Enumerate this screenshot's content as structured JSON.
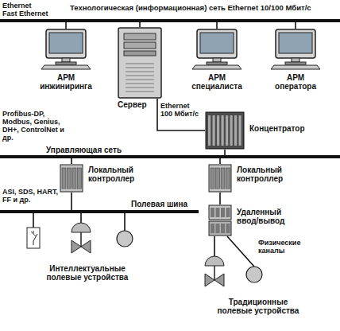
{
  "diagram": {
    "nodes": [
      {
        "text": [
          "Технологическая (информационная) сеть Ethernet 10/100 Мбит/с"
        ]
      },
      {
        "text": [
          "АРМ инжиниринга"
        ]
      },
      {
        "text": [
          "Сервер"
        ]
      },
      {
        "text": [
          "АРМ специалиста"
        ]
      },
      {
        "text": [
          "АРМ оператора"
        ]
      },
      {
        "text": [
          "Концентратор"
        ]
      },
      {
        "text": [
          "Управляющая сеть"
        ]
      },
      {
        "text": [
          "Локальный контроллер"
        ]
      },
      {
        "text": [
          "Локальный контроллер"
        ]
      },
      {
        "text": [
          "Полевая шина"
        ]
      },
      {
        "text": [
          "Удаленный ввод/вывод"
        ]
      },
      {
        "text": [
          "Интеллектуальные полевые устройства"
        ]
      },
      {
        "text": [
          "Традиционные полевые устройства"
        ]
      }
    ],
    "edges": [
      {
        "from": 1,
        "to": 0,
        "arrow": "none"
      },
      {
        "from": 2,
        "to": 0,
        "arrow": "none"
      },
      {
        "from": 3,
        "to": 0,
        "arrow": "none"
      },
      {
        "from": 4,
        "to": 0,
        "arrow": "none"
      },
      {
        "from": 2,
        "to": 5,
        "label": "Ethernet 100 Мбит/с",
        "arrow": "none"
      },
      {
        "from": 5,
        "to": 6,
        "arrow": "none"
      },
      {
        "from": 7,
        "to": 6,
        "arrow": "none"
      },
      {
        "from": 8,
        "to": 6,
        "arrow": "none"
      },
      {
        "from": 7,
        "to": 9,
        "arrow": "none"
      },
      {
        "from": 9,
        "to": 11,
        "arrow": "none"
      },
      {
        "from": 8,
        "to": 10,
        "arrow": "none"
      },
      {
        "from": 10,
        "to": 12,
        "arrow": "none"
      }
    ],
    "labels": [
      "Ethernet",
      "Fast Ethernet",
      "Profibus-DP, Modbus, Genius, DH+, ControlNet и др.",
      "ASI, SDS, HART, FF и др.",
      "Физические каналы"
    ]
  }
}
